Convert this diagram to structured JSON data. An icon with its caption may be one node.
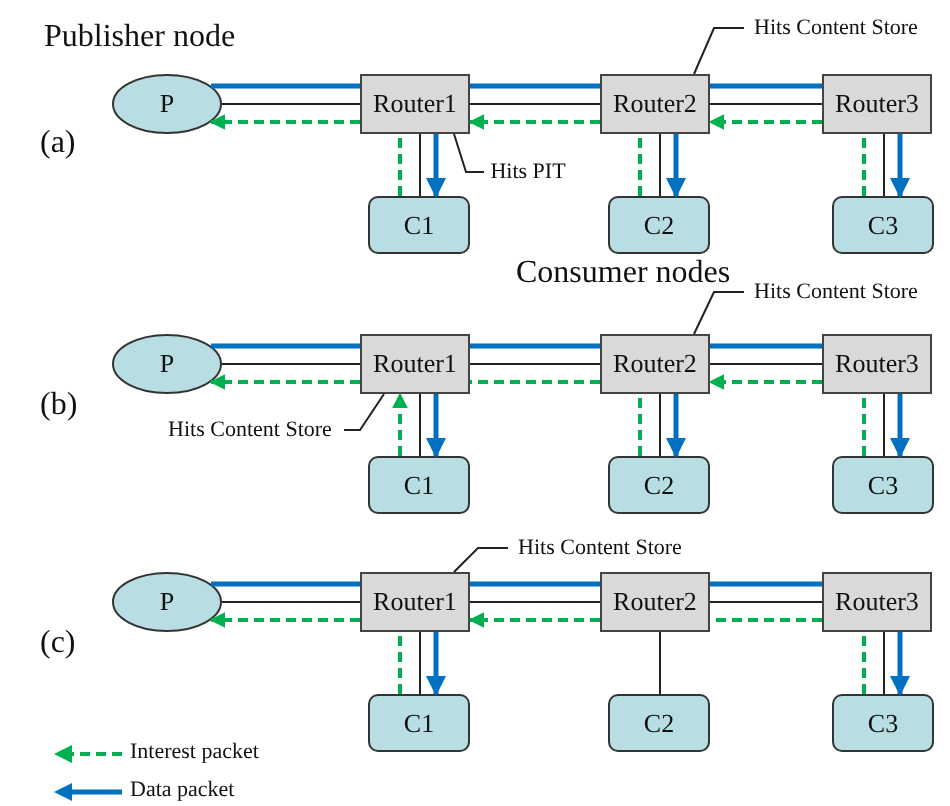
{
  "diagram": {
    "nodes": [
      {
        "text": [
          "P"
        ],
        "beside": [
          "Publisher node"
        ]
      },
      {
        "text": [
          "Router1"
        ]
      },
      {
        "text": [
          "Router2"
        ]
      },
      {
        "text": [
          "Router3"
        ]
      },
      {
        "text": [
          "C1"
        ]
      },
      {
        "text": [
          "C2"
        ]
      },
      {
        "text": [
          "C3"
        ]
      },
      {
        "text": [
          "Hits Content Store"
        ]
      },
      {
        "text": [
          "Hits PIT"
        ]
      },
      {
        "text": [
          "P"
        ]
      },
      {
        "text": [
          "Router1"
        ]
      },
      {
        "text": [
          "Router2"
        ]
      },
      {
        "text": [
          "Router3"
        ]
      },
      {
        "text": [
          "C1"
        ]
      },
      {
        "text": [
          "C2"
        ]
      },
      {
        "text": [
          "C3"
        ]
      },
      {
        "text": [
          "Hits Content Store"
        ]
      },
      {
        "text": [
          "Hits Content Store"
        ]
      },
      {
        "text": [
          "P"
        ]
      },
      {
        "text": [
          "Router1"
        ]
      },
      {
        "text": [
          "Router2"
        ]
      },
      {
        "text": [
          "Router3"
        ]
      },
      {
        "text": [
          "C1"
        ]
      },
      {
        "text": [
          "C2"
        ]
      },
      {
        "text": [
          "C3"
        ]
      },
      {
        "text": [
          "Hits Content Store"
        ]
      }
    ],
    "edges": [
      {
        "from": 0,
        "to": 1,
        "arrow": "none"
      },
      {
        "from": 1,
        "to": 2,
        "arrow": "none"
      },
      {
        "from": 2,
        "to": 3,
        "arrow": "none"
      },
      {
        "from": 1,
        "to": 4,
        "arrow": "none"
      },
      {
        "from": 2,
        "to": 5,
        "arrow": "none"
      },
      {
        "from": 3,
        "to": 6,
        "arrow": "none"
      },
      {
        "from": 4,
        "to": 1,
        "arrow": "none",
        "style": "dashed",
        "color": "#00b050"
      },
      {
        "from": 1,
        "to": 0,
        "arrow": "to",
        "style": "dashed",
        "color": "#00b050"
      },
      {
        "from": 5,
        "to": 2,
        "arrow": "none",
        "style": "dashed",
        "color": "#00b050"
      },
      {
        "from": 2,
        "to": 1,
        "arrow": "to",
        "style": "dashed",
        "color": "#00b050"
      },
      {
        "from": 6,
        "to": 3,
        "arrow": "none",
        "style": "dashed",
        "color": "#00b050"
      },
      {
        "from": 3,
        "to": 2,
        "arrow": "to",
        "style": "dashed",
        "color": "#00b050"
      },
      {
        "from": 0,
        "to": 1,
        "arrow": "none",
        "color": "#0070c0"
      },
      {
        "from": 1,
        "to": 4,
        "arrow": "to",
        "color": "#0070c0"
      },
      {
        "from": 1,
        "to": 2,
        "arrow": "none",
        "color": "#0070c0"
      },
      {
        "from": 2,
        "to": 5,
        "arrow": "to",
        "color": "#0070c0"
      },
      {
        "from": 2,
        "to": 3,
        "arrow": "none",
        "color": "#0070c0"
      },
      {
        "from": 3,
        "to": 6,
        "arrow": "to",
        "color": "#0070c0"
      },
      {
        "from": 7,
        "to": 2,
        "arrow": "none"
      },
      {
        "from": 8,
        "to": 1,
        "arrow": "none"
      },
      {
        "from": 9,
        "to": 10,
        "arrow": "none"
      },
      {
        "from": 10,
        "to": 11,
        "arrow": "none"
      },
      {
        "from": 11,
        "to": 12,
        "arrow": "none"
      },
      {
        "from": 10,
        "to": 13,
        "arrow": "none"
      },
      {
        "from": 11,
        "to": 14,
        "arrow": "none"
      },
      {
        "from": 12,
        "to": 15,
        "arrow": "none"
      },
      {
        "from": 13,
        "to": 10,
        "arrow": "to",
        "style": "dashed",
        "color": "#00b050"
      },
      {
        "from": 14,
        "to": 11,
        "arrow": "none",
        "style": "dashed",
        "color": "#00b050"
      },
      {
        "from": 11,
        "to": 10,
        "arrow": "none",
        "style": "dashed",
        "color": "#00b050"
      },
      {
        "from": 10,
        "to": 9,
        "arrow": "to",
        "style": "dashed",
        "color": "#00b050"
      },
      {
        "from": 15,
        "to": 12,
        "arrow": "none",
        "style": "dashed",
        "color": "#00b050"
      },
      {
        "from": 12,
        "to": 11,
        "arrow": "to",
        "style": "dashed",
        "color": "#00b050"
      },
      {
        "from": 10,
        "to": 13,
        "arrow": "to",
        "color": "#0070c0"
      },
      {
        "from": 9,
        "to": 10,
        "arrow": "none",
        "color": "#0070c0"
      },
      {
        "from": 10,
        "to": 11,
        "arrow": "none",
        "color": "#0070c0"
      },
      {
        "from": 11,
        "to": 14,
        "arrow": "to",
        "color": "#0070c0"
      },
      {
        "from": 11,
        "to": 12,
        "arrow": "none",
        "color": "#0070c0"
      },
      {
        "from": 12,
        "to": 15,
        "arrow": "to",
        "color": "#0070c0"
      },
      {
        "from": 16,
        "to": 11,
        "arrow": "none"
      },
      {
        "from": 17,
        "to": 10,
        "arrow": "none"
      },
      {
        "from": 18,
        "to": 19,
        "arrow": "none"
      },
      {
        "from": 19,
        "to": 20,
        "arrow": "none"
      },
      {
        "from": 20,
        "to": 21,
        "arrow": "none"
      },
      {
        "from": 19,
        "to": 22,
        "arrow": "none"
      },
      {
        "from": 20,
        "to": 23,
        "arrow": "none"
      },
      {
        "from": 21,
        "to": 24,
        "arrow": "none"
      },
      {
        "from": 22,
        "to": 19,
        "arrow": "none",
        "style": "dashed",
        "color": "#00b050"
      },
      {
        "from": 19,
        "to": 18,
        "arrow": "to",
        "style": "dashed",
        "color": "#00b050"
      },
      {
        "from": 24,
        "to": 21,
        "arrow": "none",
        "style": "dashed",
        "color": "#00b050"
      },
      {
        "from": 21,
        "to": 20,
        "arrow": "none",
        "style": "dashed",
        "color": "#00b050"
      },
      {
        "from": 20,
        "to": 19,
        "arrow": "to",
        "style": "dashed",
        "color": "#00b050"
      },
      {
        "from": 18,
        "to": 19,
        "arrow": "none",
        "color": "#0070c0"
      },
      {
        "from": 19,
        "to": 22,
        "arrow": "to",
        "color": "#0070c0"
      },
      {
        "from": 19,
        "to": 20,
        "arrow": "none",
        "color": "#0070c0"
      },
      {
        "from": 20,
        "to": 21,
        "arrow": "none",
        "color": "#0070c0"
      },
      {
        "from": 21,
        "to": 24,
        "arrow": "to",
        "color": "#0070c0"
      },
      {
        "from": 25,
        "to": 19,
        "arrow": "none"
      }
    ],
    "labels": [
      "(a)",
      "Consumer nodes",
      "(b)",
      "(c)"
    ],
    "legend": [
      {
        "text": "Interest packet"
      },
      {
        "text": "Data packet"
      }
    ]
  }
}
